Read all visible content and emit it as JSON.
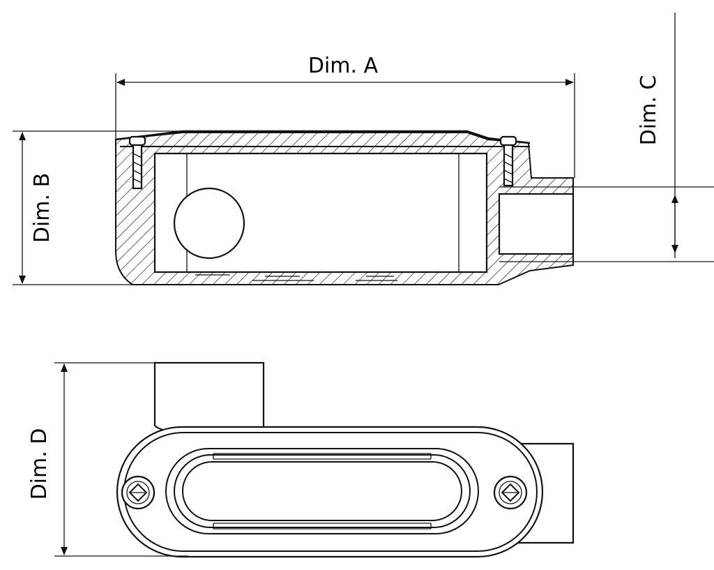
{
  "dimensions": {
    "a": "Dim. A",
    "b": "Dim. B",
    "c": "Dim. C",
    "d": "Dim. D"
  }
}
